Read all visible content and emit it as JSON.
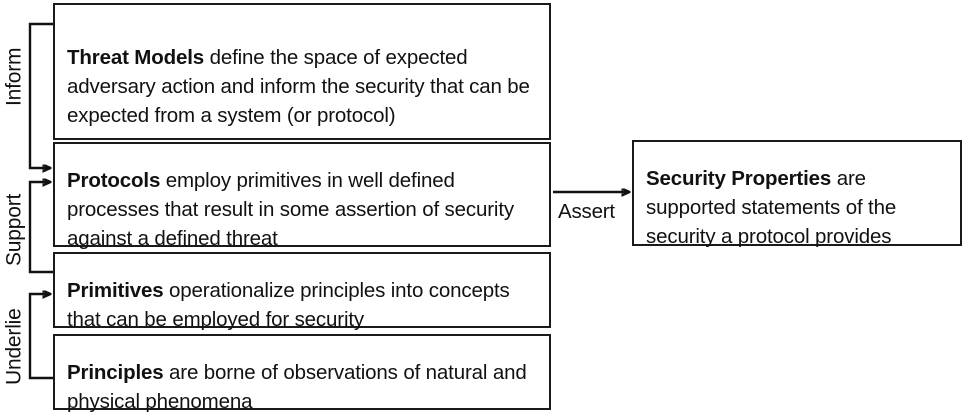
{
  "diagram": {
    "title": "Security concept hierarchy",
    "colors": {
      "stroke": "#111111",
      "box_border": "#1a1a1a",
      "background": "#ffffff",
      "text": "#111111"
    },
    "boxes": [
      {
        "id": "threat-models",
        "lead": "Threat Models",
        "rest": " define the space of expected adversary action and inform the security that can be expected from a system (or protocol)"
      },
      {
        "id": "protocols",
        "lead": "Protocols",
        "rest": " employ primitives in well defined processes that result in some assertion of security against a defined threat"
      },
      {
        "id": "primitives",
        "lead": "Primitives",
        "rest": " operationalize principles into concepts that can be employed for security"
      },
      {
        "id": "principles",
        "lead": "Principles",
        "rest": " are borne of observations of natural and physical phenomena"
      },
      {
        "id": "security-properties",
        "lead": "Security Properties",
        "rest": " are supported statements of the security a protocol provides"
      }
    ],
    "edge_labels": {
      "inform": "Inform",
      "support": "Support",
      "underlie": "Underlie",
      "assert": "Assert"
    }
  }
}
